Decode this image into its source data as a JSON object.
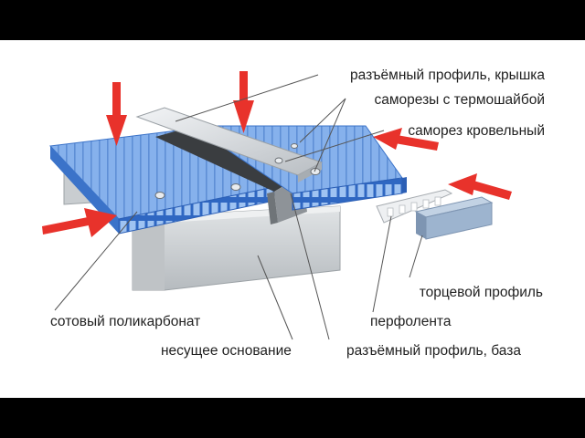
{
  "labels": {
    "cover_profile": "разъёмный профиль, крышка",
    "screws_washer": "саморезы с термошайбой",
    "roof_screw": "саморез кровельный",
    "end_profile": "торцевой профиль",
    "perforated_tape": "перфолента",
    "cellular_pc": "сотовый поликарбонат",
    "base_support": "несущее основание",
    "base_profile": "разъёмный профиль, база"
  },
  "colors": {
    "arrow": "#e8322b",
    "panel_top": "#7aa7e6",
    "panel_side": "#3b73c9",
    "profile": "#d4d8dc",
    "base_profile": "#9ea3a8",
    "support": "#cfd3d6",
    "end_profile": "#9db4cf",
    "leader": "#555555"
  },
  "icons": [
    "arrow-down-icon",
    "arrow-right-icon",
    "arrow-left-icon",
    "screw-icon"
  ]
}
